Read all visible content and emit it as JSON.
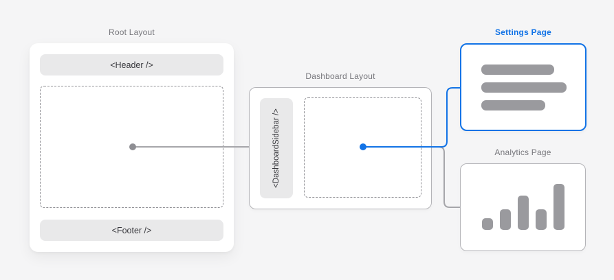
{
  "colors": {
    "accent_blue": "#1273e6",
    "connector_gray": "#a6a6aa",
    "dot_gray": "#8e8e93",
    "bar_gray": "#9a9a9e"
  },
  "diagram": {
    "root_layout": {
      "title": "Root Layout",
      "header_label": "<Header />",
      "footer_label": "<Footer />"
    },
    "dashboard_layout": {
      "title": "Dashboard Layout",
      "sidebar_label": "<DashboardSidebar />"
    },
    "settings_page": {
      "title": "Settings Page",
      "skeleton_bar_widths": [
        106,
        124,
        93
      ]
    },
    "analytics_page": {
      "title": "Analytics Page",
      "bar_heights": [
        17,
        30,
        50,
        30,
        67
      ]
    }
  }
}
